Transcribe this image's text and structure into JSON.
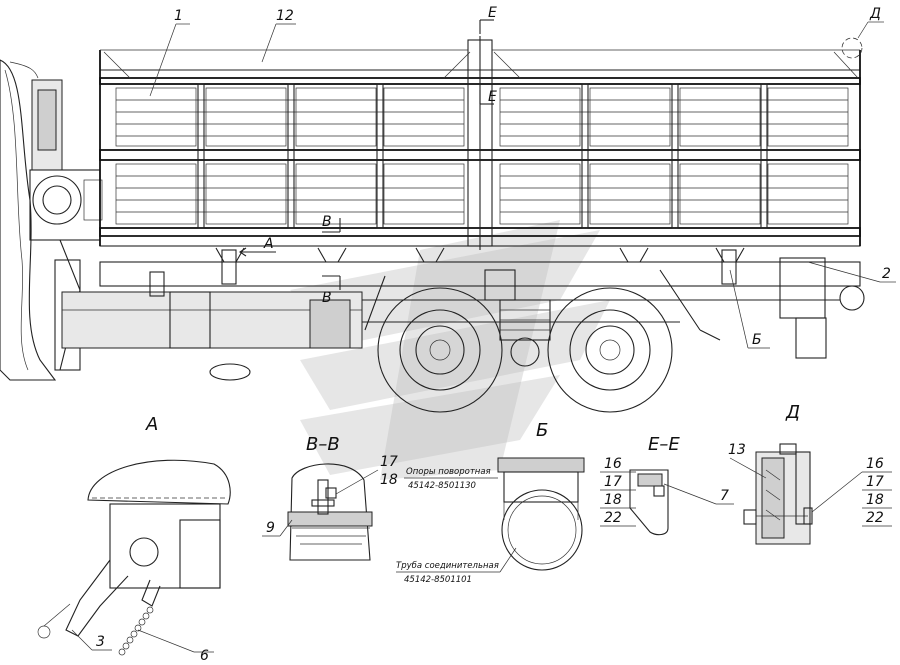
{
  "views": {
    "view_a": "А",
    "view_vv": "В–В",
    "view_b": "Б",
    "view_ee": "Е–Е",
    "view_d": "Д"
  },
  "section_marks": {
    "e_top": "Е",
    "e_bottom": "Е",
    "v_top": "В",
    "v_bottom": "В",
    "a_mark": "А",
    "b_mark": "Б",
    "d_mark": "Д"
  },
  "callouts": {
    "c1": "1",
    "c12": "12",
    "c2": "2",
    "c3": "3",
    "c6": "6",
    "c9": "9",
    "c7": "7",
    "c13": "13",
    "vv_17": "17",
    "vv_18": "18",
    "ee_16": "16",
    "ee_17": "17",
    "ee_18": "18",
    "ee_22": "22",
    "d_16": "16",
    "d_17": "17",
    "d_18": "18",
    "d_22": "22"
  },
  "notes": {
    "support_line1": "Опоры поворотная",
    "support_line2": "45142-8501130",
    "pipe_line1": "Труба соединительная",
    "pipe_line2": "45142-8501101"
  }
}
